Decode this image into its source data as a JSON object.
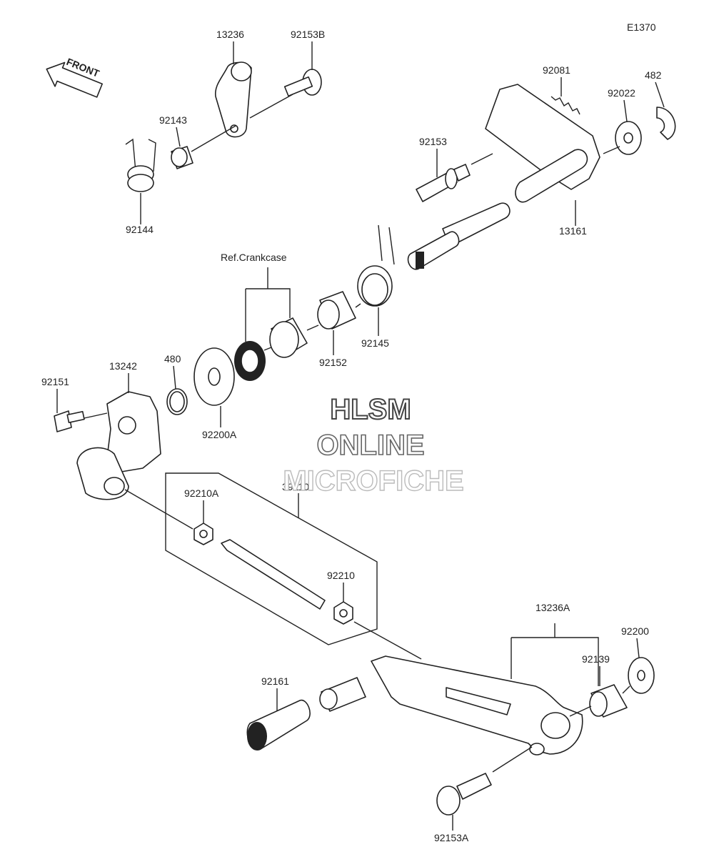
{
  "diagram_code": "E1370",
  "front_label": "FRONT",
  "reference_label": "Ref.Crankcase",
  "watermark": {
    "line1": "HLSM",
    "line2": "ONLINE",
    "line3": "MICROFICHE"
  },
  "parts": {
    "p13236": "13236",
    "p92153B": "92153B",
    "p92143": "92143",
    "p92144": "92144",
    "p92081": "92081",
    "p482": "482",
    "p92022": "92022",
    "p92153": "92153",
    "p13161": "13161",
    "p92145": "92145",
    "p92152": "92152",
    "p92151": "92151",
    "p13242": "13242",
    "p480": "480",
    "p92200A": "92200A",
    "p92210A": "92210A",
    "p39110": "39110",
    "p92210": "92210",
    "p13236A": "13236A",
    "p92200": "92200",
    "p92139": "92139",
    "p92161": "92161",
    "p92153A": "92153A"
  }
}
